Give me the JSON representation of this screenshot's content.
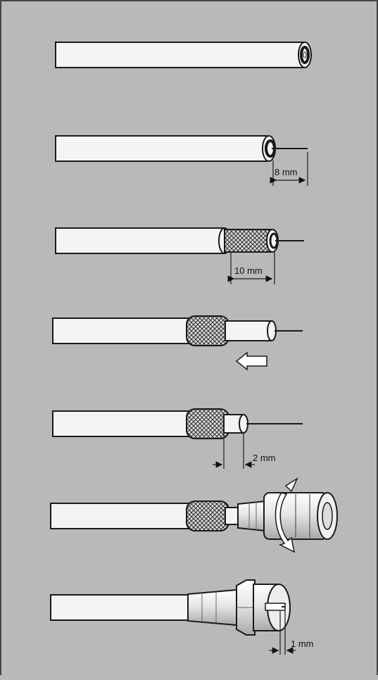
{
  "steps": [
    {
      "label": ""
    },
    {
      "label": "8 mm"
    },
    {
      "label": "10 mm"
    },
    {
      "label": ""
    },
    {
      "label": "2 mm"
    },
    {
      "label": ""
    },
    {
      "label": "1 mm"
    }
  ],
  "colors": {
    "background": "#b9b9b9",
    "cable": "#f4f4f4",
    "outline": "#1a1a1a",
    "braid": "#6a6a6a"
  }
}
